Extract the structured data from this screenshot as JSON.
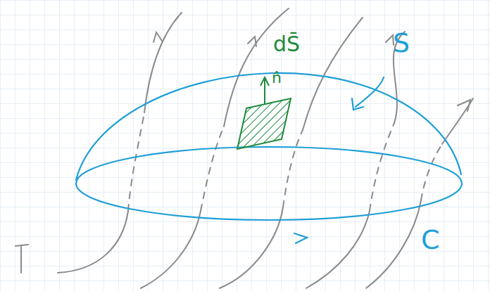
{
  "diagram": {
    "labels": [
      "dS̄",
      "n̂",
      "S",
      "C"
    ]
  }
}
